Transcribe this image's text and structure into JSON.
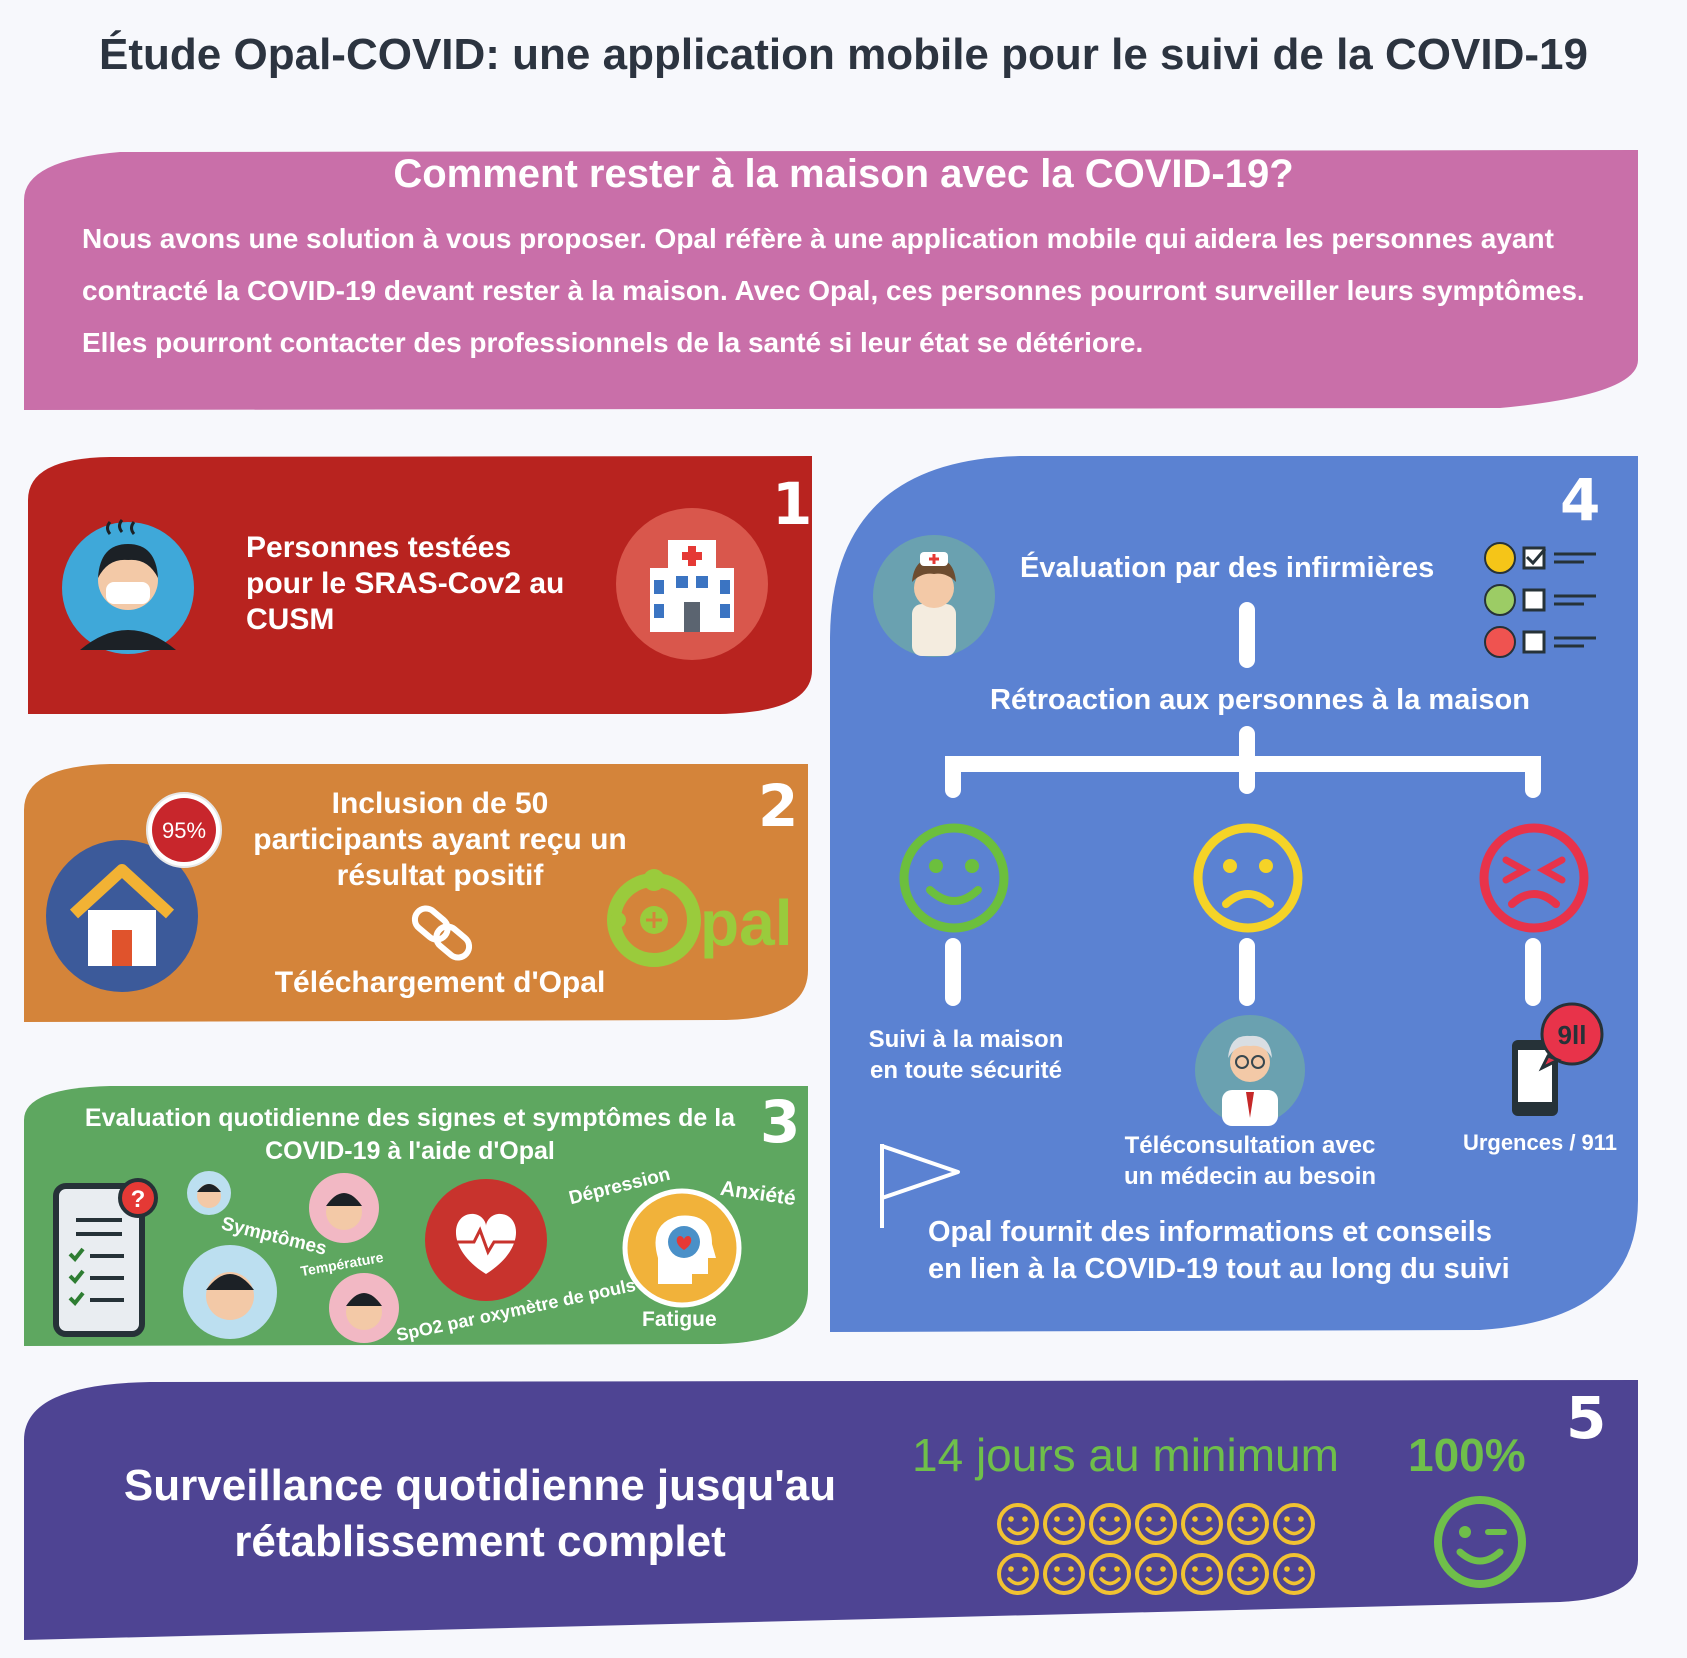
{
  "page": {
    "title": "Étude Opal-COVID: une application mobile pour le suivi de la COVID-19"
  },
  "intro": {
    "heading": "Comment rester à la maison avec la COVID-19?",
    "body": "Nous avons une solution à vous proposer. Opal réfère à une application mobile qui aidera les personnes ayant contracté la COVID-19 devant rester à la maison. Avec Opal, ces personnes pourront surveiller leurs symptômes. Elles pourront contacter des professionnels de la santé si leur état se détériore."
  },
  "step1": {
    "number": "1",
    "text_line1": "Personnes testées",
    "text_line2": "pour le SRAS-Cov2 au",
    "text_line3": "CUSM",
    "icons": [
      "masked-person-icon",
      "hospital-icon"
    ]
  },
  "step2": {
    "number": "2",
    "badge": "95%",
    "text_line1": "Inclusion de 50",
    "text_line2": "participants ayant reçu un",
    "text_line3": "résultat positif",
    "download": "Téléchargement d'Opal",
    "logo_text": "pal",
    "icons": [
      "house-icon",
      "link-icon",
      "opal-logo-icon"
    ]
  },
  "step3": {
    "number": "3",
    "heading_line1": "Evaluation quotidienne des signes et symptômes de la",
    "heading_line2": "COVID-19 à l'aide d'Opal",
    "labels": {
      "symptomes": "Symptômes",
      "temperature": "Température",
      "spo2": "SpO2 par oxymètre de pouls",
      "depression": "Dépression",
      "anxiete": "Anxiété",
      "fatigue": "Fatigue"
    },
    "icons": [
      "checklist-phone-icon",
      "heart-pulse-icon",
      "mind-icon"
    ]
  },
  "step4": {
    "number": "4",
    "evaluation": "Évaluation par des infirmières",
    "retroaction": "Rétroaction aux personnes à la maison",
    "outcome_safe_line1": "Suivi à la maison",
    "outcome_safe_line2": "en toute sécurité",
    "outcome_tele_line1": "Téléconsultation avec",
    "outcome_tele_line2": "un médecin au besoin",
    "outcome_urgent": "Urgences / 911",
    "phone_badge": "9ll",
    "info_line1": "Opal fournit des informations et conseils",
    "info_line2": "en lien à la COVID-19 tout au long du suivi",
    "colors": {
      "happy": "#6cbf3d",
      "neutral": "#f5d327",
      "angry": "#e8334a"
    }
  },
  "step5": {
    "number": "5",
    "main_line1": "Surveillance quotidienne jusqu'au",
    "main_line2": "rétablissement complet",
    "days": "14 jours au minimum",
    "percent": "100%",
    "smiley_count": 14
  },
  "colors": {
    "pink": "#c96fa9",
    "red": "#b8231f",
    "orange": "#d4843a",
    "green": "#5ea760",
    "blue": "#5b82d2",
    "purple": "#4e4493",
    "accent_green": "#6fbf4a",
    "gold": "#f1c232"
  }
}
